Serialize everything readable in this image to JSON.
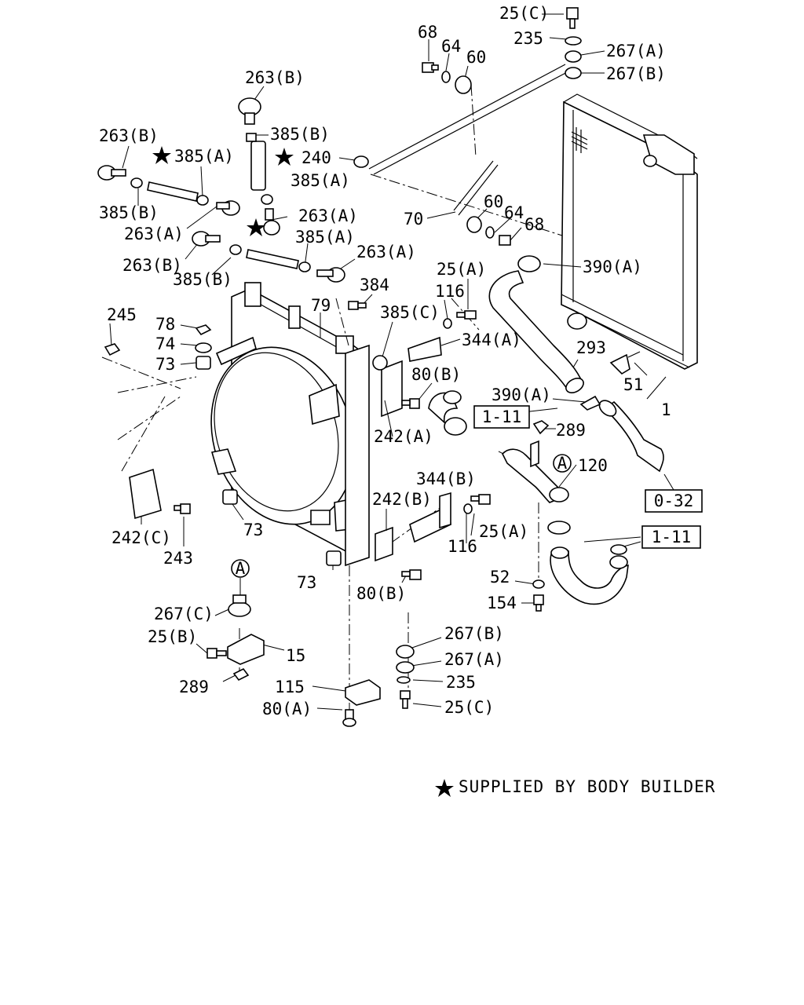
{
  "labels": {
    "p25c_top": "25(C)",
    "p235_top": "235",
    "p267a_top": "267(A)",
    "p267b_top": "267(B)",
    "p68_top": "68",
    "p64_top": "64",
    "p60_top": "60",
    "p263b_top": "263(B)",
    "p385b_top": "385(B)",
    "p263b_left": "263(B)",
    "p385a_left": "385(A)",
    "p240": "240",
    "p385a_mid": "385(A)",
    "p385b_left": "385(B)",
    "p263a_mid": "263(A)",
    "p263a_left": "263(A)",
    "p70": "70",
    "p60_mid": "60",
    "p64_mid": "64",
    "p68_mid": "68",
    "p263b_low": "263(B)",
    "p385a_low": "385(A)",
    "p263a_low": "263(A)",
    "p385b_low": "385(B)",
    "p390a_top": "390(A)",
    "p25a_top": "25(A)",
    "p384": "384",
    "p116_top": "116",
    "p79": "79",
    "p245": "245",
    "p78": "78",
    "p385c": "385(C)",
    "p344a": "344(A)",
    "p74": "74",
    "p73_top": "73",
    "p293": "293",
    "p80b_top": "80(B)",
    "p51": "51",
    "p390a_mid": "390(A)",
    "p1": "1",
    "p289_mid": "289",
    "p242a": "242(A)",
    "pA_mid": "A",
    "p120": "120",
    "p344b": "344(B)",
    "p242b": "242(B)",
    "p25a_low": "25(A)",
    "p116_low": "116",
    "p242c": "242(C)",
    "p73_mid": "73",
    "p243": "243",
    "p73_low": "73",
    "p52": "52",
    "p80b_low": "80(B)",
    "p154": "154",
    "pA_low": "A",
    "p267c": "267(C)",
    "p25b": "25(B)",
    "p15": "15",
    "p267b_low": "267(B)",
    "p267a_low": "267(A)",
    "p289_low": "289",
    "p235_low": "235",
    "p115": "115",
    "p80a": "80(A)",
    "p25c_low": "25(C)"
  },
  "boxes": {
    "ref_1_11_upper": "1-11",
    "ref_0_32": "0-32",
    "ref_1_11_lower": "1-11"
  },
  "legend": {
    "text": "SUPPLIED BY BODY BUILDER"
  }
}
